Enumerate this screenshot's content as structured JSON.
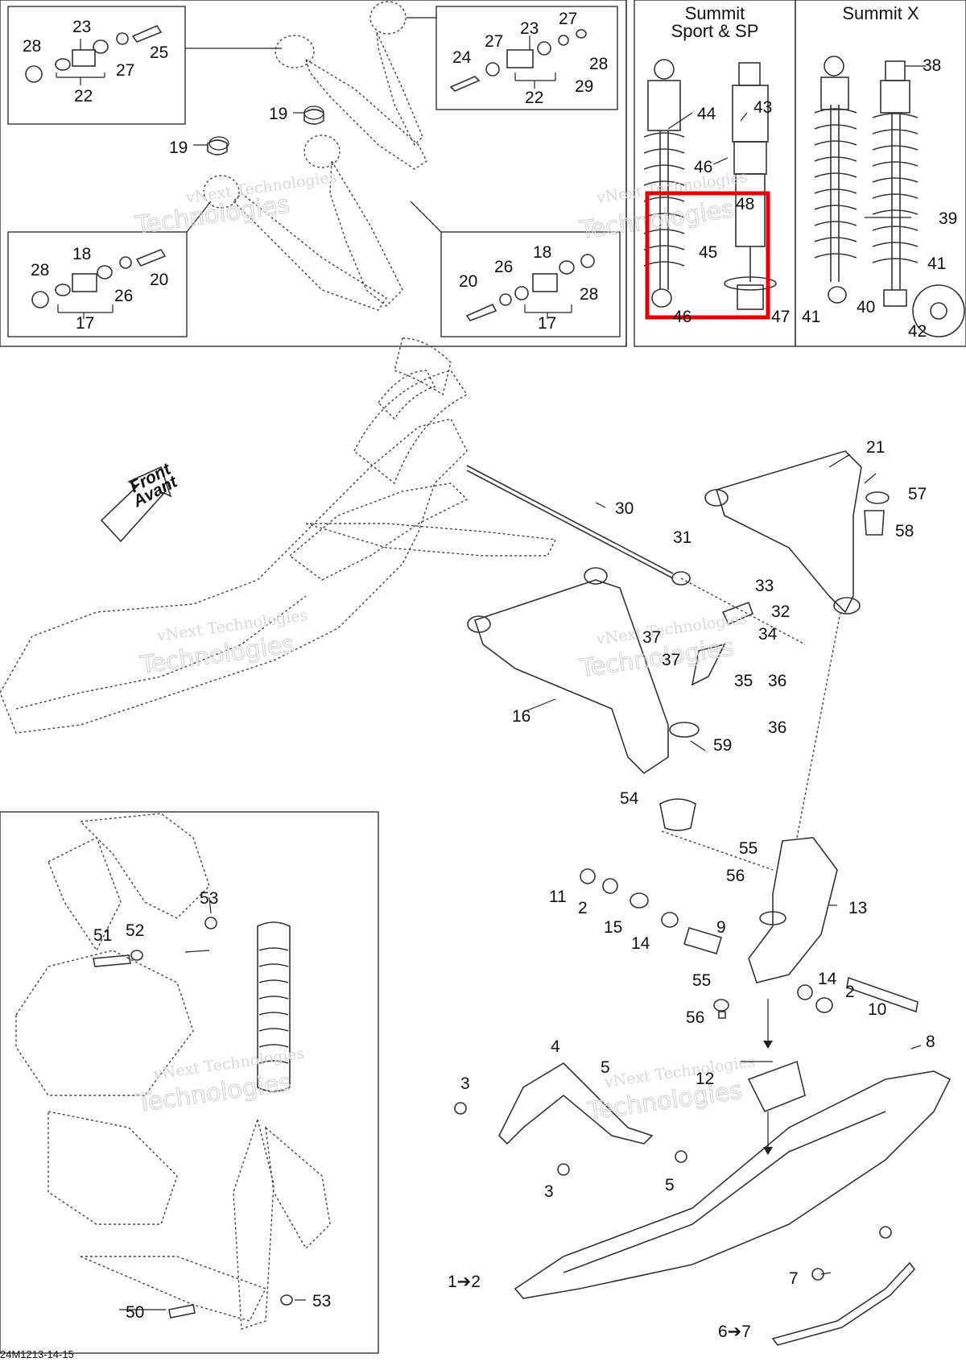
{
  "inset_titles": {
    "sport": [
      "Summit",
      "Sport & SP"
    ],
    "x": "Summit X"
  },
  "front_label": [
    "Front",
    "Avant"
  ],
  "watermark": {
    "line1": "vNext Technologies",
    "line2": "Technologies"
  },
  "drawing_code": "24M1213-14-15",
  "callouts": [
    "28",
    "23",
    "22",
    "27",
    "25",
    "24",
    "27",
    "23",
    "22",
    "27",
    "28",
    "29",
    "19",
    "19",
    "28",
    "18",
    "17",
    "26",
    "20",
    "20",
    "26",
    "18",
    "17",
    "28",
    "44",
    "43",
    "46",
    "48",
    "45",
    "46",
    "47",
    "38",
    "39",
    "41",
    "40",
    "41",
    "42",
    "21",
    "57",
    "58",
    "30",
    "31",
    "33",
    "32",
    "34",
    "37",
    "37",
    "35",
    "36",
    "36",
    "16",
    "59",
    "54",
    "55",
    "56",
    "13",
    "11",
    "2",
    "15",
    "14",
    "9",
    "55",
    "56",
    "14",
    "2",
    "10",
    "8",
    "4",
    "5",
    "3",
    "3",
    "5",
    "12",
    "1➔2",
    "7",
    "6➔7",
    "53",
    "51",
    "52",
    "50",
    "53"
  ],
  "highlight": {
    "color": "#e00000",
    "target": "45"
  },
  "colors": {
    "ink": "#222222",
    "watermark": "#d8d8d8"
  }
}
